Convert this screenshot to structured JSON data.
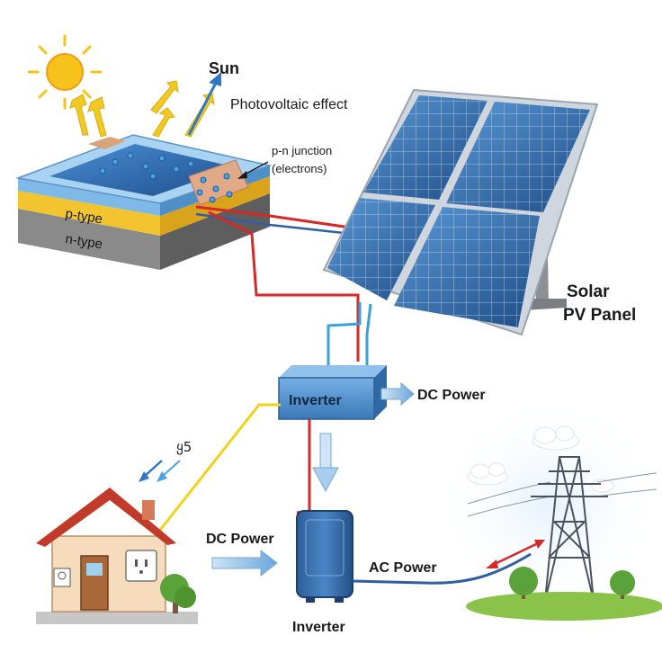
{
  "labels": {
    "sun": "Sun",
    "photovoltaic_effect": "Photovoltaic effect",
    "pn_junction_line1": "p-n junction",
    "pn_junction_line2": "(electrons)",
    "p_type": "p-type",
    "n_type": "n-type",
    "solar_panel_line1": "Solar",
    "solar_panel_line2": "PV Panel",
    "inverter_top": "Inverter",
    "dc_power_right": "DC Power",
    "dc_power_left": "DC Power",
    "ac_power": "AC Power",
    "inverter_bottom": "Inverter",
    "house_symbol": "ყ5"
  },
  "colors": {
    "dc_wire": "#d62828",
    "signal_wire": "#3aa0d8",
    "ac_wire": "#f2d21b",
    "sun": "#f7c21b",
    "panel": "#2f6fae",
    "inverter": "#4f8fcf",
    "house_roof": "#c23b2a",
    "house_wall": "#f6dcbc"
  }
}
